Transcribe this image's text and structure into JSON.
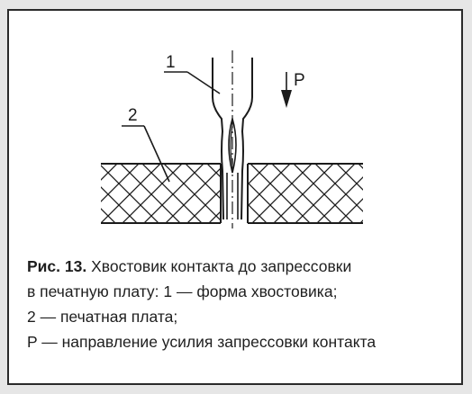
{
  "diagram": {
    "labels": {
      "tail": "1",
      "board": "2",
      "force": "P"
    },
    "colors": {
      "ink": "#1b1b1b",
      "frame": "#2a2a2a",
      "paper": "#ffffff",
      "background": "#e6e6e6"
    }
  },
  "caption": {
    "figure_number": "Рис. 13.",
    "line1_rest": "Хвостовик контакта до запрессовки",
    "line2": "в печатную плату: 1 — форма хвостовика;",
    "line3": "2 — печатная плата;",
    "line4": "P — направление усилия запрессовки контакта"
  }
}
